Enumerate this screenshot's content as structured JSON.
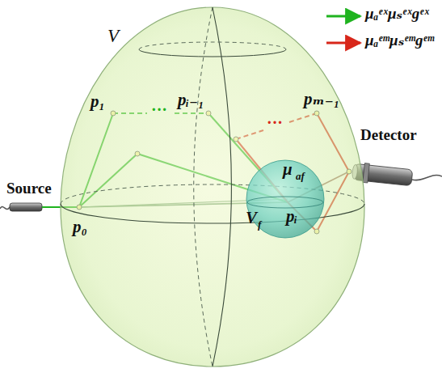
{
  "diagram": {
    "nodes": [
      {
        "text": [
          "V"
        ]
      },
      {
        "text": [
          "μ",
          "af",
          "V",
          "f",
          "pᵢ"
        ],
        "in": 0
      }
    ],
    "labels": [
      "p₁",
      "···",
      "pᵢ₋₁",
      "···",
      "pₘ₋₁",
      "Source",
      "p₀",
      "Detector"
    ],
    "legend": [
      {
        "text": "μₐᵉˣμₛᵉˣgᵉˣ"
      },
      {
        "text": "μₐᵉᵐμₛᵉᵐgᵉᵐ"
      }
    ]
  }
}
